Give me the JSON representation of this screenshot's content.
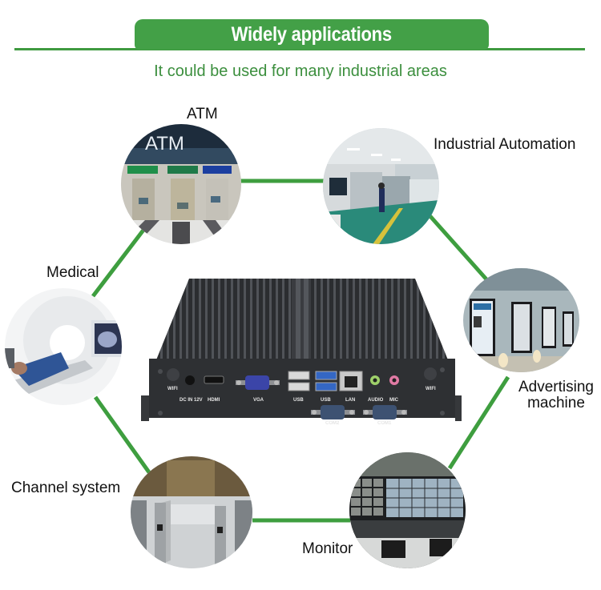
{
  "header": {
    "title": "Widely applications",
    "subtitle": "It could be used for many industrial areas",
    "accent_color": "#43a047"
  },
  "applications": [
    {
      "id": "atm",
      "label": "ATM",
      "scene": "atm-machines"
    },
    {
      "id": "industrial",
      "label": "Industrial Automation",
      "scene": "factory-floor"
    },
    {
      "id": "medical",
      "label": "Medical",
      "scene": "ct-scanner"
    },
    {
      "id": "advertising",
      "label_line1": "Advertising",
      "label_line2": "machine",
      "scene": "digital-signage"
    },
    {
      "id": "channel",
      "label": "Channel system",
      "scene": "turnstile-gates"
    },
    {
      "id": "monitor",
      "label": "Monitor",
      "scene": "video-wall"
    }
  ],
  "atm_sign": "ATM",
  "device": {
    "name": "fanless-industrial-mini-pc",
    "ports": {
      "wifi_left": "WIFI",
      "dc_in": "DC IN 12V",
      "hdmi": "HDMI",
      "vga": "VGA",
      "usb1": "USB",
      "usb2": "USB",
      "lan": "LAN",
      "audio": "AUDIO",
      "mic": "MIC",
      "wifi_right": "WIFI",
      "com2": "COM2",
      "com1": "COM1"
    }
  }
}
